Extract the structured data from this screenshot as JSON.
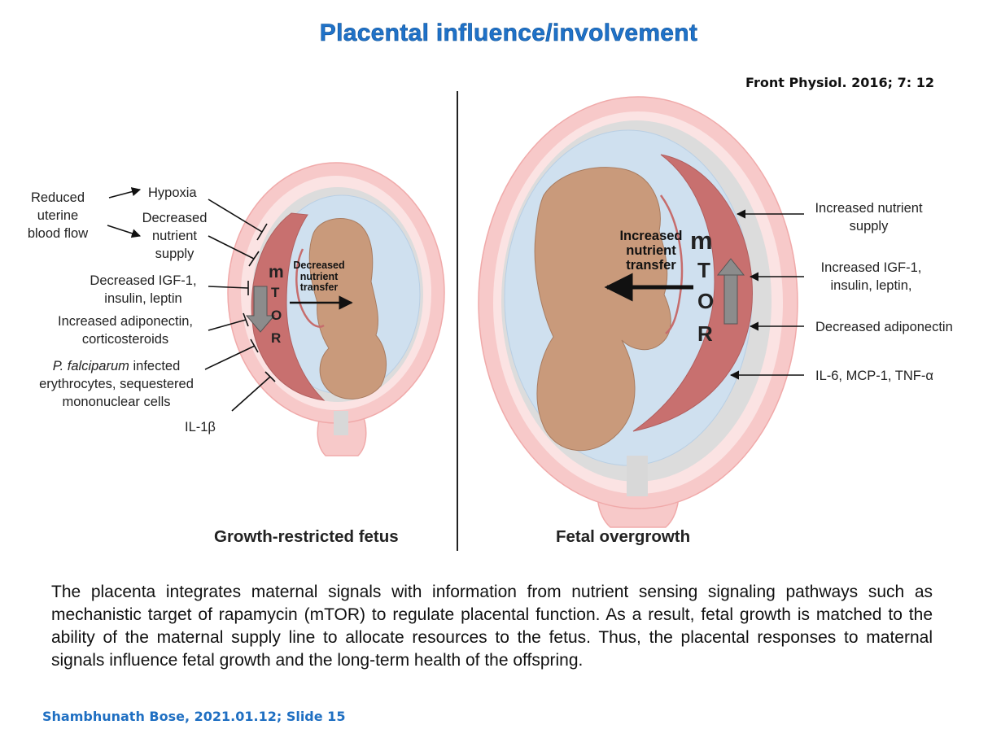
{
  "title": "Placental influence/involvement",
  "citation": "Front Physiol. 2016; 7: 12",
  "left_panel": {
    "caption": "Growth-restricted fetus",
    "inner_label": [
      "Decreased",
      "nutrient",
      "transfer"
    ],
    "mtor_letters": [
      "m",
      "T",
      "O",
      "R"
    ],
    "mtor_direction": "down",
    "labels": {
      "reduced_flow": [
        "Reduced",
        "uterine",
        "blood flow"
      ],
      "hypoxia": "Hypoxia",
      "decreased_nutrient": [
        "Decreased",
        "nutrient",
        "supply"
      ],
      "igf": [
        "Decreased IGF-1,",
        "insulin, leptin"
      ],
      "adiponectin": [
        "Increased adiponectin,",
        "corticosteroids"
      ],
      "falciparum_italic": "P. falciparum",
      "falciparum_rest": " infected",
      "falciparum_lines": [
        "erythrocytes, sequestered",
        "mononuclear cells"
      ],
      "il1b": "IL-1β"
    }
  },
  "right_panel": {
    "caption": "Fetal overgrowth",
    "inner_label": [
      "Increased",
      "nutrient",
      "transfer"
    ],
    "mtor_letters": [
      "m",
      "T",
      "O",
      "R"
    ],
    "mtor_direction": "up",
    "labels": {
      "nutrient_supply": [
        "Increased nutrient",
        "supply"
      ],
      "igf": [
        "Increased IGF-1,",
        "insulin, leptin,"
      ],
      "adiponectin": "Decreased adiponectin",
      "cytokines": "IL-6, MCP-1, TNF-α"
    }
  },
  "body_text": "The placenta integrates maternal signals with information from nutrient sensing signaling pathways such as mechanistic target of rapamycin (mTOR) to regulate placental function. As a result, fetal growth is matched to the ability of the maternal supply line to allocate resources to the fetus. Thus, the placental responses to maternal signals influence fetal growth and the long-term health of the offspring.",
  "footer": "Shambhunath Bose, 2021.01.12; Slide 15",
  "colors": {
    "title": "#1f72c9",
    "uterus": "#f7c9c9",
    "uterus_edge": "#f0aaaa",
    "membrane": "#d9d9d9",
    "amniotic": "#cfe0ef",
    "placenta": "#c8706f",
    "fetus": "#c99a7b",
    "arrow_gray": "#8c8c8c",
    "footer": "#1f6fc2"
  }
}
